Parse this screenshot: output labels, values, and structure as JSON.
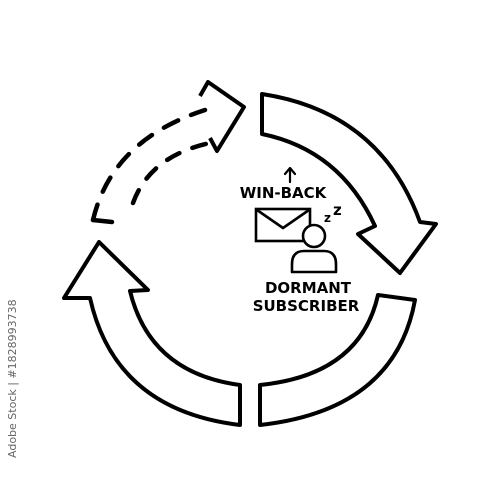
{
  "labels": {
    "top": "WIN-BACK",
    "bottom_line1": "DORMANT",
    "bottom_line2": "SUBSCRIBER",
    "zz_small": "z",
    "zz_large": "z"
  },
  "icons": {
    "upload_arrow": "arrow-up-icon",
    "mail": "envelope-icon",
    "person": "person-icon",
    "sleep": "zz-icon",
    "cycle": "circular-arrows-icon"
  },
  "stock_id": "Adobe Stock | #1828993738",
  "colors": {
    "stroke": "#000000",
    "background": "#ffffff"
  }
}
